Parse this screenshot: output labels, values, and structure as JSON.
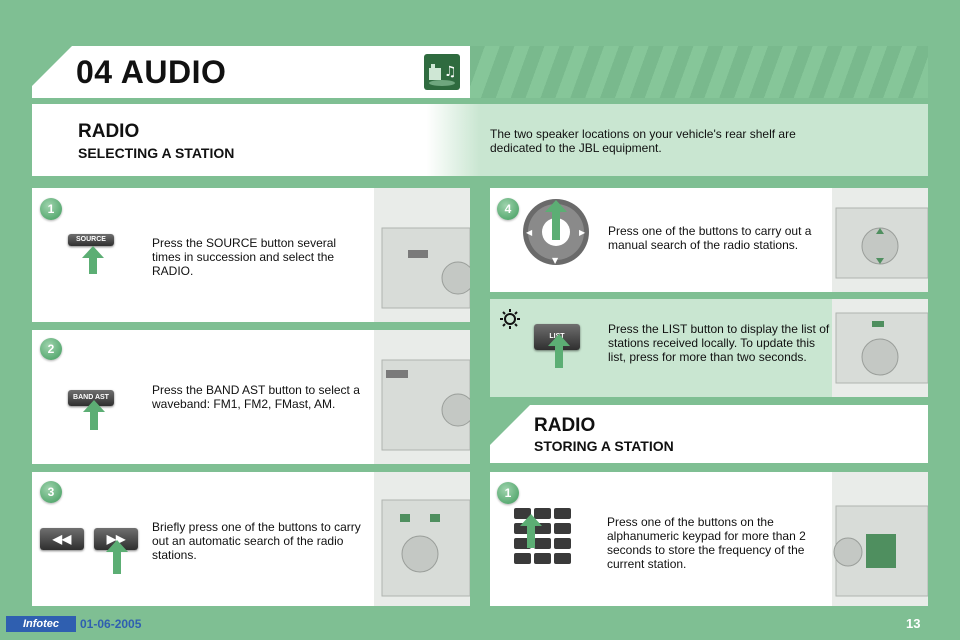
{
  "header": {
    "title": "04 AUDIO",
    "section_title": "RADIO",
    "section_subtitle": "SELECTING A STATION",
    "note": "The two speaker locations on your vehicle's rear shelf are dedicated to the JBL equipment."
  },
  "steps": [
    {
      "number": "1",
      "button_label": "SOURCE",
      "text": "Press the SOURCE button several times in succession and select the RADIO."
    },
    {
      "number": "2",
      "button_label": "BAND AST",
      "text": "Press the BAND AST button to select a waveband: FM1, FM2, FMast, AM."
    },
    {
      "number": "3",
      "text": "Briefly press one of the buttons to carry out an automatic search of the radio stations."
    },
    {
      "number": "4",
      "text": "Press one of the buttons to carry out a manual search of the radio stations."
    }
  ],
  "tip": {
    "button_label": "LIST",
    "text": "Press the LIST button to display the list of stations received locally. To update this list, press for more than two seconds."
  },
  "storing": {
    "title": "RADIO",
    "subtitle": "STORING A STATION",
    "step_number": "1",
    "text": "Press one of the buttons on the alphanumeric keypad for more than 2 seconds to store the frequency of the current station."
  },
  "footer": {
    "logo_text": "Infotec",
    "date": "01-06-2005",
    "page_number": "13"
  },
  "colors": {
    "background": "#7fbf93",
    "accent_green": "#3f9b5c",
    "panel_green": "#c9e6d1"
  },
  "icons": [
    "music-icon",
    "sun-tip-icon",
    "arrow-up-icon"
  ]
}
